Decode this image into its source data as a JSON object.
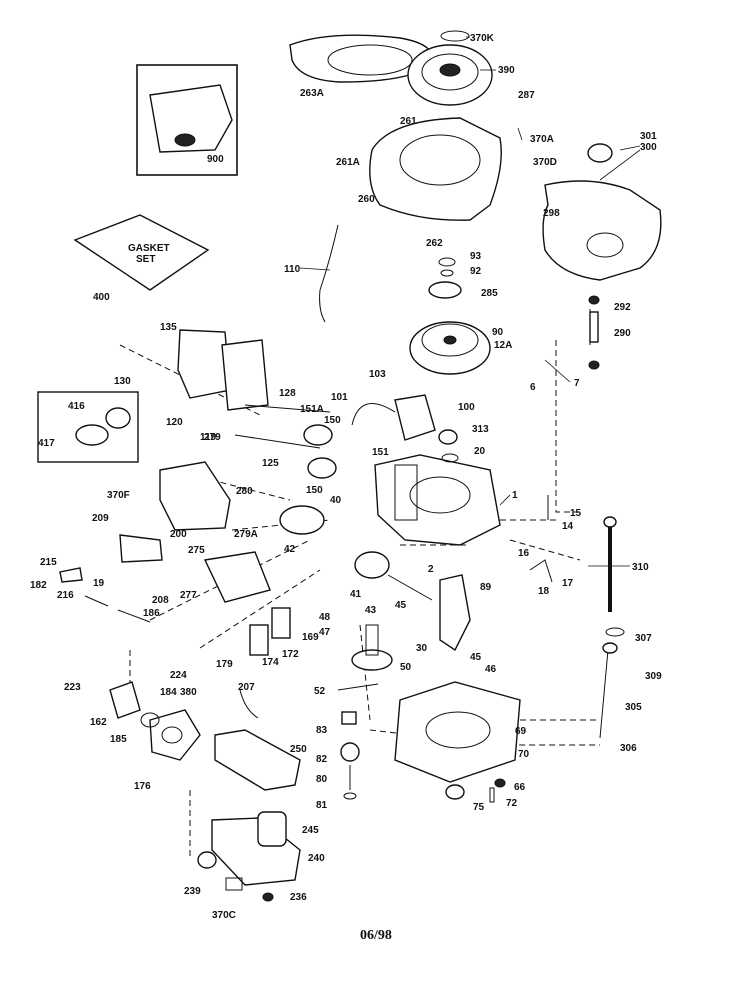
{
  "footer": {
    "date": "06/98"
  },
  "inset_labels": {
    "engine": "900",
    "gasket_line1": "GASKET",
    "gasket_line2": "SET"
  },
  "parts": [
    "370K",
    "390",
    "287",
    "263A",
    "261",
    "261A",
    "370A",
    "370D",
    "260",
    "262",
    "301",
    "300",
    "298",
    "900",
    "400",
    "110",
    "93",
    "92",
    "285",
    "292",
    "290",
    "90",
    "12A",
    "7",
    "6",
    "135",
    "130",
    "120",
    "119",
    "128",
    "151A",
    "150",
    "101",
    "100",
    "103",
    "416",
    "417",
    "279",
    "125",
    "151",
    "150",
    "313",
    "20",
    "1",
    "370F",
    "280",
    "209",
    "200",
    "279A",
    "40",
    "15",
    "14",
    "215",
    "275",
    "42",
    "182",
    "216",
    "19",
    "208",
    "277",
    "186",
    "41",
    "43",
    "2",
    "16",
    "18",
    "17",
    "310",
    "89",
    "45",
    "30",
    "48",
    "179",
    "174",
    "172",
    "169",
    "224",
    "47",
    "50",
    "45",
    "46",
    "307",
    "309",
    "223",
    "162",
    "184",
    "380",
    "207",
    "52",
    "69",
    "305",
    "185",
    "83",
    "70",
    "306",
    "82",
    "250",
    "176",
    "80",
    "66",
    "81",
    "75",
    "72",
    "245",
    "239",
    "240",
    "236",
    "370C"
  ]
}
